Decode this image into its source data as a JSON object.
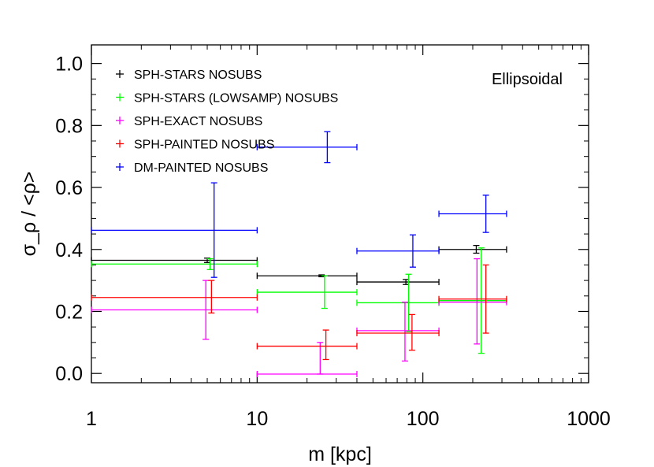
{
  "chart_data": {
    "type": "scatter",
    "annotation": "Ellipsoidal",
    "xlabel": "m [kpc]",
    "ylabel": "σ_ρ / <ρ>",
    "xscale": "log",
    "xlim": [
      1,
      1000
    ],
    "ylim": [
      -0.03,
      1.06
    ],
    "xticks": [
      1,
      10,
      100,
      1000
    ],
    "xtick_labels": [
      "1",
      "10",
      "100",
      "1000"
    ],
    "yticks": [
      0.0,
      0.2,
      0.4,
      0.6,
      0.8,
      1.0
    ],
    "ytick_labels": [
      "0.0",
      "0.2",
      "0.4",
      "0.6",
      "0.8",
      "1.0"
    ],
    "legend_position": "top-left",
    "grid": false,
    "series": [
      {
        "name": "SPH-STARS NOSUBS",
        "color": "#000000",
        "points": [
          {
            "x": 5.0,
            "y": 0.365,
            "xlo": 1,
            "xhi": 10,
            "ylo": 0.358,
            "yhi": 0.372
          },
          {
            "x": 24.5,
            "y": 0.315,
            "xlo": 10,
            "xhi": 40,
            "ylo": 0.312,
            "yhi": 0.318
          },
          {
            "x": 79,
            "y": 0.295,
            "xlo": 40,
            "xhi": 125,
            "ylo": 0.287,
            "yhi": 0.303
          },
          {
            "x": 210,
            "y": 0.4,
            "xlo": 125,
            "xhi": 320,
            "ylo": 0.388,
            "yhi": 0.413
          }
        ]
      },
      {
        "name": "SPH-STARS (LOWSAMP) NOSUBS",
        "color": "#00ff00",
        "points": [
          {
            "x": 5.2,
            "y": 0.353,
            "xlo": 1,
            "xhi": 10,
            "ylo": 0.335,
            "yhi": 0.37
          },
          {
            "x": 25.5,
            "y": 0.262,
            "xlo": 10,
            "xhi": 40,
            "ylo": 0.21,
            "yhi": 0.315
          },
          {
            "x": 82,
            "y": 0.228,
            "xlo": 40,
            "xhi": 125,
            "ylo": 0.135,
            "yhi": 0.32
          },
          {
            "x": 225,
            "y": 0.235,
            "xlo": 125,
            "xhi": 320,
            "ylo": 0.065,
            "yhi": 0.405
          }
        ]
      },
      {
        "name": "SPH-EXACT NOSUBS",
        "color": "#ff00ff",
        "points": [
          {
            "x": 4.9,
            "y": 0.205,
            "xlo": 1,
            "xhi": 10,
            "ylo": 0.11,
            "yhi": 0.3
          },
          {
            "x": 24,
            "y": -0.002,
            "xlo": 10,
            "xhi": 40,
            "ylo": -0.002,
            "yhi": 0.1
          },
          {
            "x": 78,
            "y": 0.138,
            "xlo": 40,
            "xhi": 125,
            "ylo": 0.04,
            "yhi": 0.23
          },
          {
            "x": 212,
            "y": 0.23,
            "xlo": 125,
            "xhi": 320,
            "ylo": 0.095,
            "yhi": 0.37
          }
        ]
      },
      {
        "name": "SPH-PAINTED NOSUBS",
        "color": "#ff0000",
        "points": [
          {
            "x": 5.3,
            "y": 0.245,
            "xlo": 1,
            "xhi": 10,
            "ylo": 0.195,
            "yhi": 0.3
          },
          {
            "x": 26,
            "y": 0.088,
            "xlo": 10,
            "xhi": 40,
            "ylo": 0.045,
            "yhi": 0.14
          },
          {
            "x": 86,
            "y": 0.13,
            "xlo": 40,
            "xhi": 125,
            "ylo": 0.075,
            "yhi": 0.19
          },
          {
            "x": 240,
            "y": 0.24,
            "xlo": 125,
            "xhi": 320,
            "ylo": 0.13,
            "yhi": 0.35
          }
        ]
      },
      {
        "name": "DM-PAINTED NOSUBS",
        "color": "#0000ff",
        "points": [
          {
            "x": 5.5,
            "y": 0.462,
            "xlo": 1,
            "xhi": 10,
            "ylo": 0.31,
            "yhi": 0.615
          },
          {
            "x": 26.5,
            "y": 0.73,
            "xlo": 10,
            "xhi": 40,
            "ylo": 0.68,
            "yhi": 0.78
          },
          {
            "x": 87,
            "y": 0.395,
            "xlo": 40,
            "xhi": 125,
            "ylo": 0.343,
            "yhi": 0.447
          },
          {
            "x": 240,
            "y": 0.515,
            "xlo": 125,
            "xhi": 320,
            "ylo": 0.455,
            "yhi": 0.575
          }
        ]
      }
    ]
  }
}
